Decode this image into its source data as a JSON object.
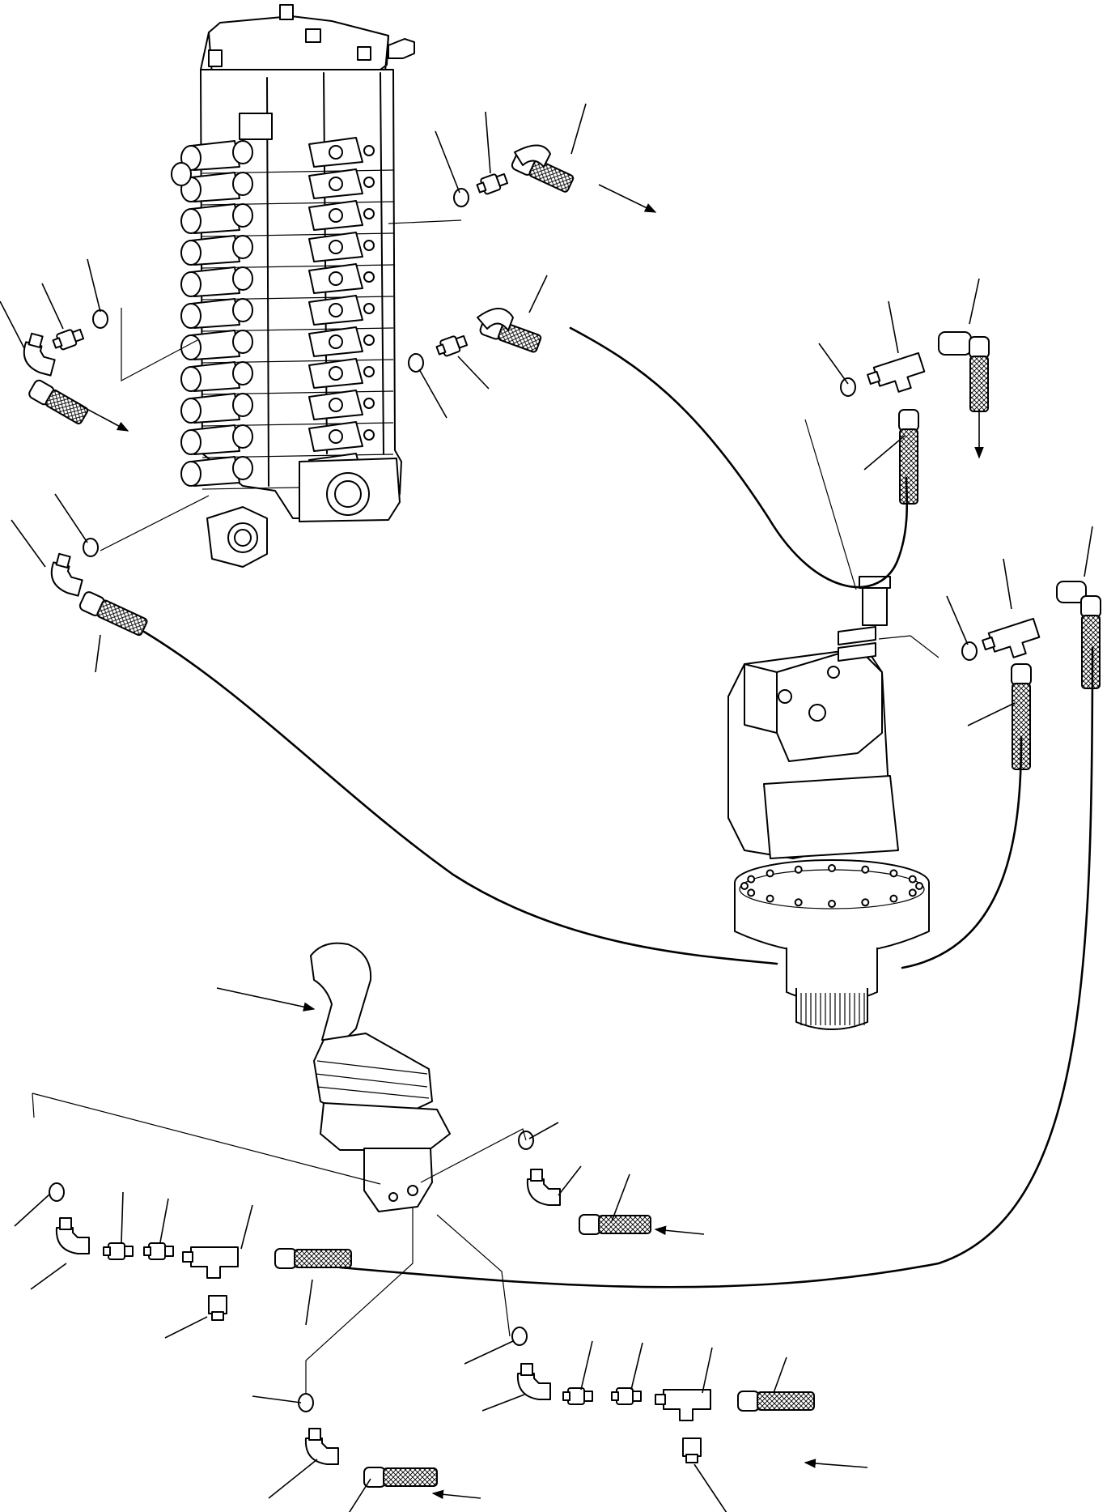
{
  "figure": {
    "kind": "exploded parts diagram",
    "labels": []
  },
  "colors": {
    "ink": "#000000",
    "paper": "#ffffff"
  },
  "components": [
    {
      "name": "control-valve-assembly"
    },
    {
      "name": "swing-motor-assembly"
    },
    {
      "name": "joystick-ppc-valve"
    }
  ]
}
